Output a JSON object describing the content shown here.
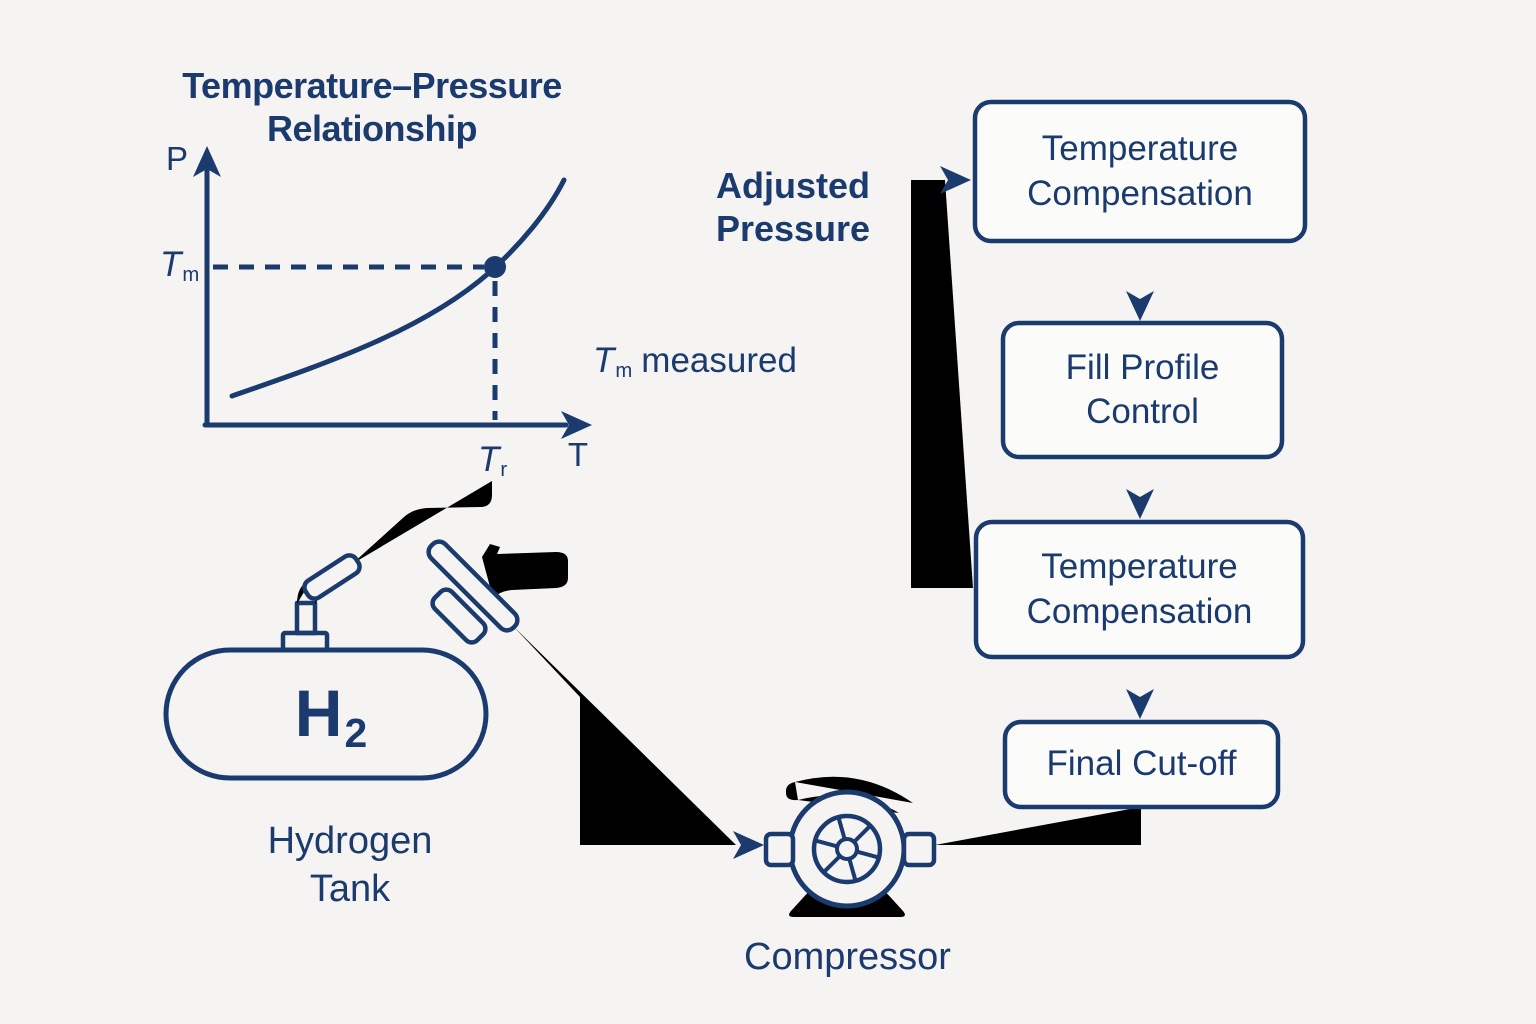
{
  "colors": {
    "background": "#f5f4f2",
    "ink": "#1b3a6d",
    "box_fill": "#fbfbfa"
  },
  "graph": {
    "title_line1": "Temperature–Pressure",
    "title_line2": "Relationship",
    "y_axis_label": "P",
    "x_axis_label": "T",
    "measured_tick": {
      "base": "T",
      "sub": "m"
    },
    "reference_tick": {
      "base": "T",
      "sub": "r"
    },
    "annotation": {
      "base": "T",
      "sub": "m",
      "text": "measured"
    }
  },
  "flowchart": {
    "input_line1": "Adjusted",
    "input_line2": "Pressure",
    "boxes": [
      {
        "line1": "Temperature",
        "line2": "Compensation"
      },
      {
        "line1": "Fill Profile",
        "line2": "Control"
      },
      {
        "line1": "Temperature",
        "line2": "Compensation"
      },
      {
        "line1": "Final Cut-off",
        "line2": ""
      }
    ]
  },
  "equipment": {
    "tank": {
      "symbol_base": "H",
      "symbol_sub": "2",
      "label_line1": "Hydrogen",
      "label_line2": "Tank"
    },
    "compressor_label": "Compressor"
  }
}
